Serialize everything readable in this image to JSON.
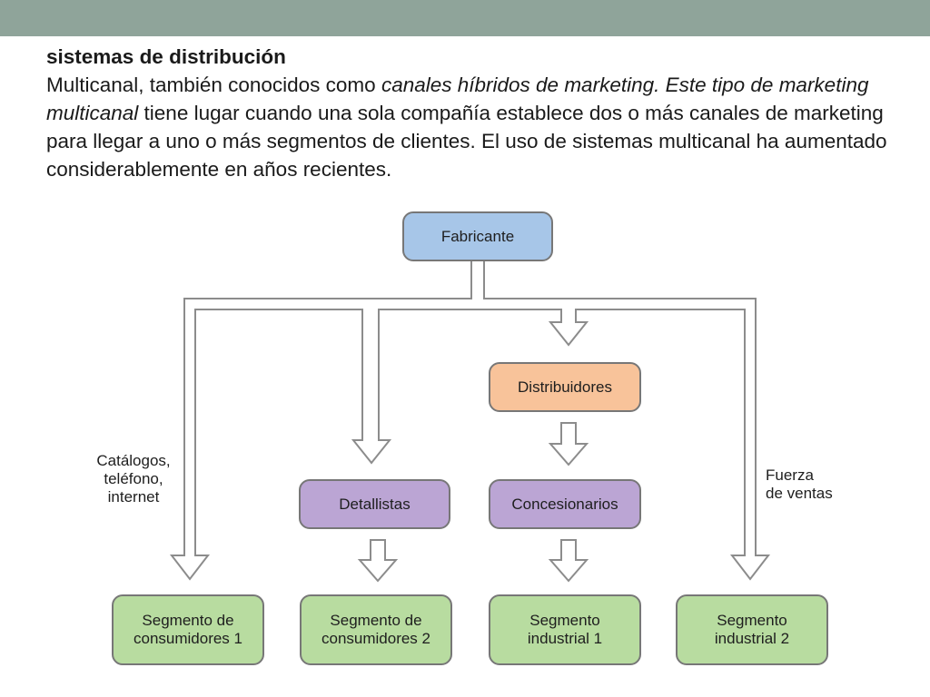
{
  "text": {
    "heading": "sistemas de distribución",
    "para_1": "Multicanal, también conocidos como ",
    "para_em_1": "canales híbridos de marketing. Este tipo de marketing multicanal",
    "para_2": " tiene lugar cuando una sola compañía establece dos o más canales de marketing para llegar a uno o más segmentos de clientes. El uso de sistemas multicanal ha aumentado considerablemente en años recientes."
  },
  "diagram": {
    "nodes": {
      "fabricante": "Fabricante",
      "distribuidores": "Distribuidores",
      "detallistas": "Detallistas",
      "concesionarios": "Concesionarios",
      "segmento_consumidores_1": [
        "Segmento de",
        "consumidores 1"
      ],
      "segmento_consumidores_2": [
        "Segmento de",
        "consumidores 2"
      ],
      "segmento_industrial_1": [
        "Segmento",
        "industrial 1"
      ],
      "segmento_industrial_2": [
        "Segmento",
        "industrial 2"
      ]
    },
    "labels": {
      "catalogos": [
        "Catálogos,",
        "teléfono,",
        "internet"
      ],
      "fuerza_ventas": [
        "Fuerza",
        "de ventas"
      ]
    },
    "colors": {
      "manufacturer": "#a7c6e8",
      "distributor": "#f8c39a",
      "intermediary": "#bba5d4",
      "segment": "#b8dca0",
      "outline": "#777777"
    }
  }
}
